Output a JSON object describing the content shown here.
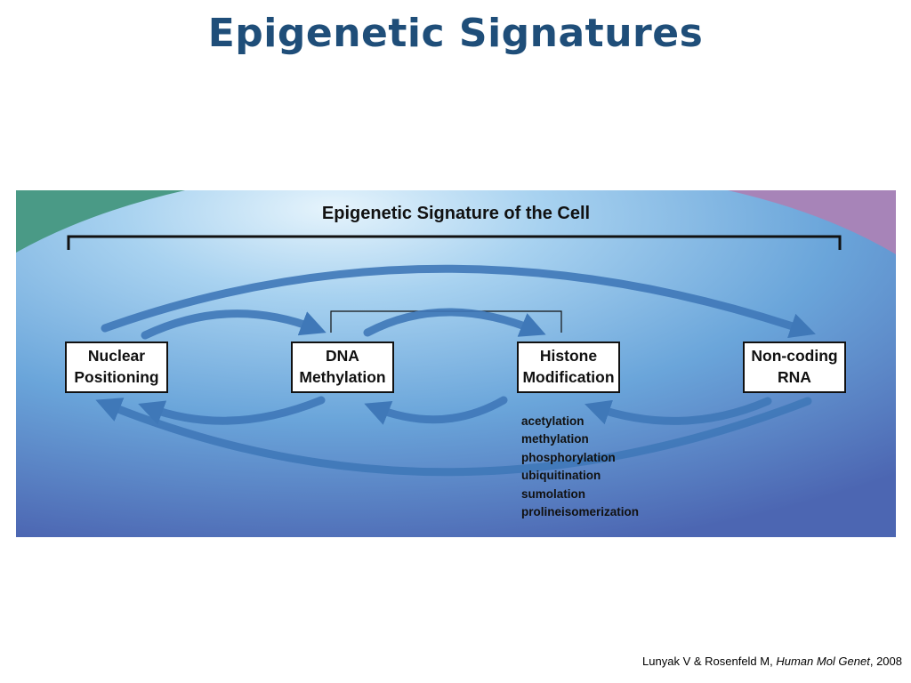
{
  "slide": {
    "title": "Epigenetic Signatures"
  },
  "diagram": {
    "title": "Epigenetic Signature of the Cell",
    "nodes": [
      {
        "id": "nuclear",
        "label": "Nuclear\nPositioning"
      },
      {
        "id": "dna",
        "label": "DNA\nMethylation"
      },
      {
        "id": "histone",
        "label": "Histone\nModification"
      },
      {
        "id": "ncrna",
        "label": "Non-coding\nRNA"
      }
    ],
    "histone_modifications": [
      "acetylation",
      "methylation",
      "phosphorylation",
      "ubiquitination",
      "sumolation",
      "prolineisomerization"
    ],
    "colors": {
      "background_light": "#dff0fb",
      "background_mid": "#6fa8da",
      "background_dark": "#4a62b0",
      "arrow": "#3f78b8",
      "corner_left": "#4a9a86",
      "corner_right": "#a784b8",
      "title_text": "#1f4e79"
    }
  },
  "citation": {
    "authors": "Lunyak V & Rosenfeld M, ",
    "journal": "Human Mol Genet",
    "year": ", 2008"
  }
}
